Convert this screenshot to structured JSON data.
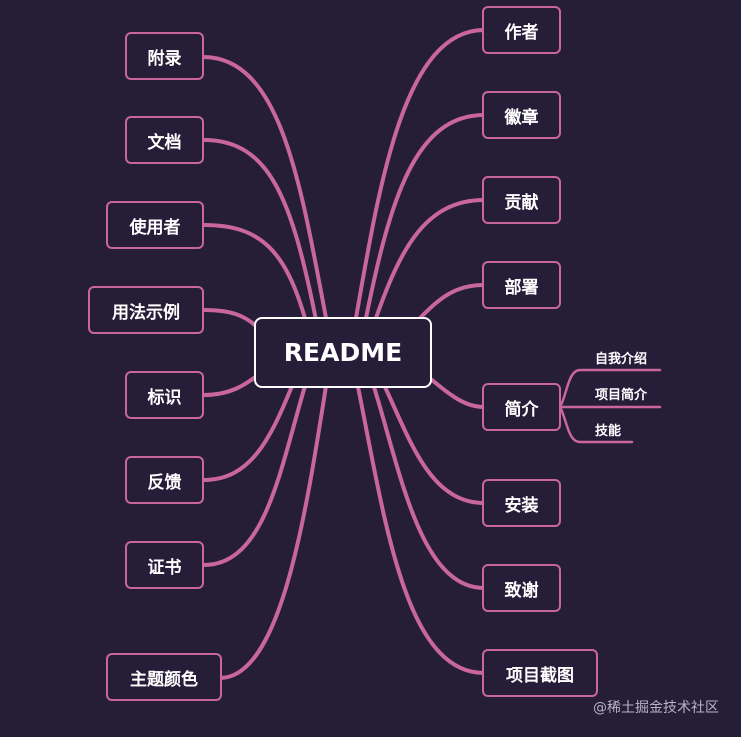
{
  "root": {
    "label": "README"
  },
  "left_nodes": [
    {
      "label": "附录"
    },
    {
      "label": "文档"
    },
    {
      "label": "使用者"
    },
    {
      "label": "用法示例"
    },
    {
      "label": "标识"
    },
    {
      "label": "反馈"
    },
    {
      "label": "证书"
    },
    {
      "label": "主题颜色"
    }
  ],
  "right_nodes": [
    {
      "label": "作者"
    },
    {
      "label": "徽章"
    },
    {
      "label": "贡献"
    },
    {
      "label": "部署"
    },
    {
      "label": "简介"
    },
    {
      "label": "安装"
    },
    {
      "label": "致谢"
    },
    {
      "label": "项目截图"
    }
  ],
  "intro_children": [
    {
      "label": "自我介绍"
    },
    {
      "label": "项目简介"
    },
    {
      "label": "技能"
    }
  ],
  "watermark": "@稀土掘金技术社区",
  "colors": {
    "background": "#261d39",
    "branch": "#c9679d",
    "root_border": "#ffffff"
  }
}
